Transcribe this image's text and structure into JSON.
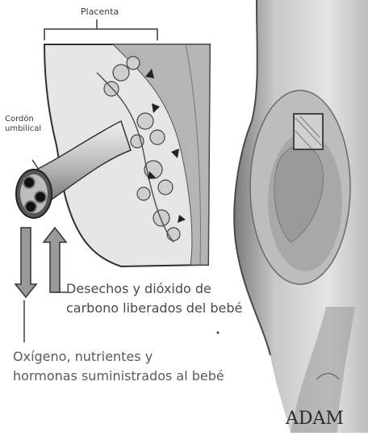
{
  "labels": {
    "placenta": "Placenta",
    "cord_line1": "Cordón",
    "cord_line2": "umbilical",
    "waste_line1": "Desechos y dióxido de",
    "waste_line2": "carbono liberados del bebé",
    "oxygen_line1": "Oxígeno, nutrientes y",
    "oxygen_line2": "hormonas suministrados al bebé"
  },
  "logo": "ADAM",
  "colors": {
    "line": "#3a3a3a",
    "skin": "#d9d9d9",
    "shadow": "#8c8c8c",
    "text": "#444444"
  }
}
